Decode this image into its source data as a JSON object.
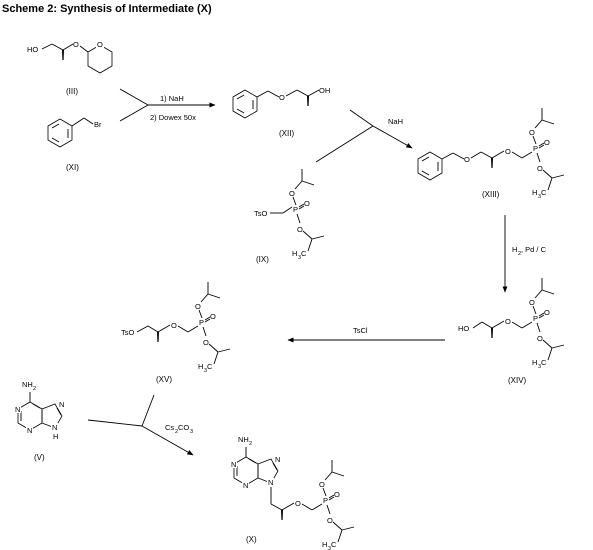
{
  "title": "Scheme 2: Synthesis of Intermediate (X)",
  "compounds": {
    "III": {
      "label": "(III)",
      "atoms": {
        "ho": "HO",
        "o_ether": "O",
        "o_ring": "O"
      }
    },
    "XI": {
      "label": "(XI)",
      "atoms": {
        "br": "Br"
      }
    },
    "XII": {
      "label": "(XII)",
      "atoms": {
        "o_ether": "O",
        "oh": "OH"
      }
    },
    "XIII": {
      "label": "(XIII)",
      "atoms": {
        "o1": "O",
        "o2": "O",
        "p": "P",
        "o_dbl": "O",
        "o_top": "O",
        "o_bot": "O",
        "h3c": "H",
        "h3c_c": "C"
      }
    },
    "IX": {
      "label": "(IX)",
      "atoms": {
        "ts": "TsO",
        "p": "P",
        "o_dbl": "O",
        "o_top": "O",
        "o_bot": "O",
        "h3c": "H",
        "h3c_c": "C"
      }
    },
    "XIV": {
      "label": "(XIV)",
      "atoms": {
        "ho": "HO",
        "o1": "O",
        "p": "P",
        "o_dbl": "O",
        "o_top": "O",
        "o_bot": "O",
        "h3c": "H",
        "h3c_c": "C"
      }
    },
    "XV": {
      "label": "(XV)",
      "atoms": {
        "ts": "TsO",
        "o1": "O",
        "p": "P",
        "o_dbl": "O",
        "o_top": "O",
        "o_bot": "O",
        "h3c": "H",
        "h3c_c": "C"
      }
    },
    "V": {
      "label": "(V)",
      "atoms": {
        "nh2": "NH",
        "nh2_sub": "2",
        "n1": "N",
        "n3": "N",
        "n7": "N",
        "n9": "N",
        "h9": "H"
      }
    },
    "X": {
      "label": "(X)",
      "atoms": {
        "nh2": "NH",
        "nh2_sub": "2",
        "n1": "N",
        "n3": "N",
        "n7": "N",
        "n9": "N",
        "o1": "O",
        "p": "P",
        "o_dbl": "O",
        "o_top": "O",
        "o_bot": "O",
        "h3c": "H",
        "h3c_c": "C"
      }
    }
  },
  "reagents": {
    "step1_a": "1) NaH",
    "step1_b": "2) Dowex 50x",
    "step2": "NaH",
    "step3_main": "H",
    "step3_sub": "2",
    "step3_rest": ", Pd / C",
    "step4": "TsCl",
    "step5_main": "Cs",
    "step5_sub1": "2",
    "step5_mid": "CO",
    "step5_sub2": "3"
  },
  "subscripts": {
    "three": "3"
  }
}
